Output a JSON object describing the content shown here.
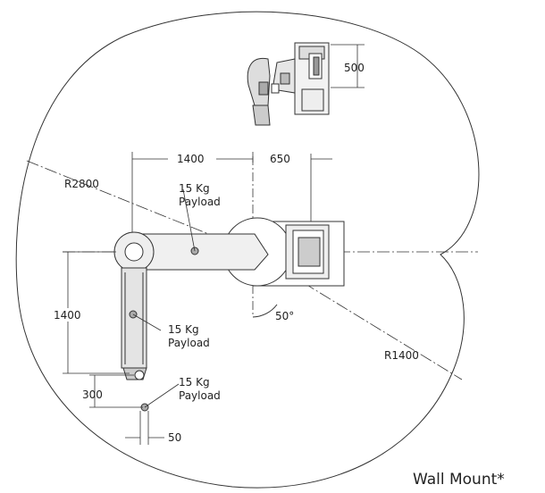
{
  "labels": {
    "dim_1400_top": "1400",
    "dim_650": "650",
    "dim_500": "500",
    "radius_outer": "R2800",
    "radius_inner": "R1400",
    "dim_1400_left": "1400",
    "dim_300": "300",
    "dim_50": "50",
    "angle": "50°",
    "payload_weight": "15 Kg",
    "payload_word": "Payload",
    "mount_caption": "Wall Mount*"
  }
}
